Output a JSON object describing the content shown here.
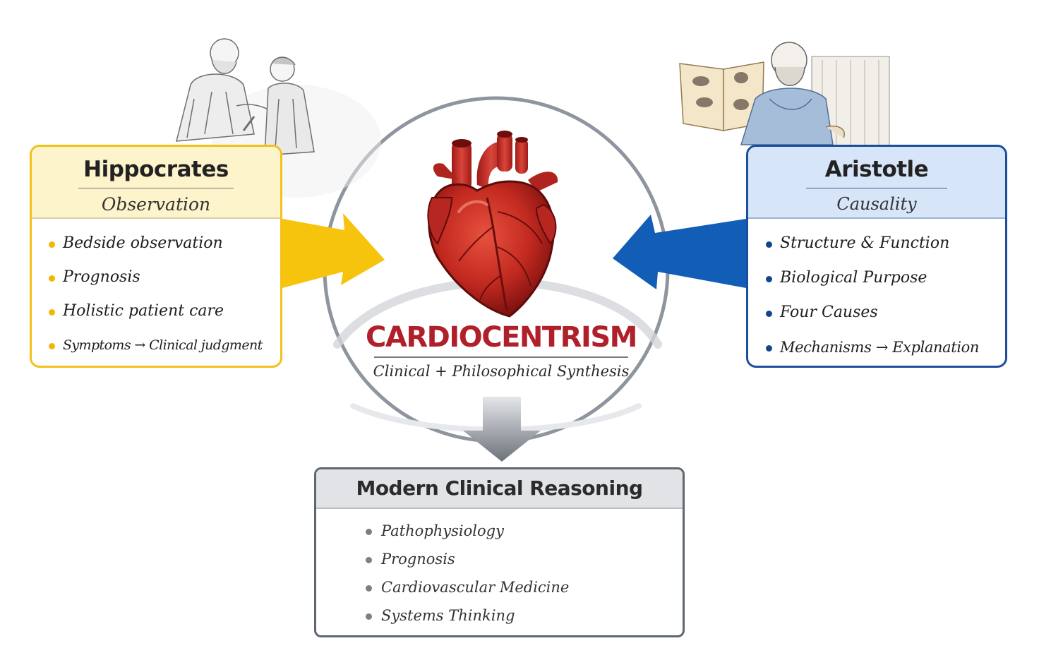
{
  "hippocrates": {
    "title": "Hippocrates",
    "subtitle": "Observation",
    "items": [
      "Bedside observation",
      "Prognosis",
      "Holistic patient care",
      "Symptoms → Clinical judgment"
    ],
    "accent": "#f2c21b"
  },
  "aristotle": {
    "title": "Aristotle",
    "subtitle": "Causality",
    "items": [
      "Structure & Function",
      "Biological Purpose",
      "Four Causes",
      "Mechanisms → Explanation"
    ],
    "accent": "#1b4f9c"
  },
  "center": {
    "title": "CARDIOCENTRISM",
    "subtitle": "Clinical + Philosophical Synthesis",
    "title_color": "#b0202a"
  },
  "modern": {
    "title": "Modern Clinical Reasoning",
    "items": [
      "Pathophysiology",
      "Prognosis",
      "Cardiovascular Medicine",
      "Systems Thinking"
    ]
  },
  "icons": {
    "heart": "anatomical-heart-icon",
    "hippocrates_illustration": "doctor-patient-sketch",
    "aristotle_illustration": "philosopher-with-book-sketch"
  }
}
